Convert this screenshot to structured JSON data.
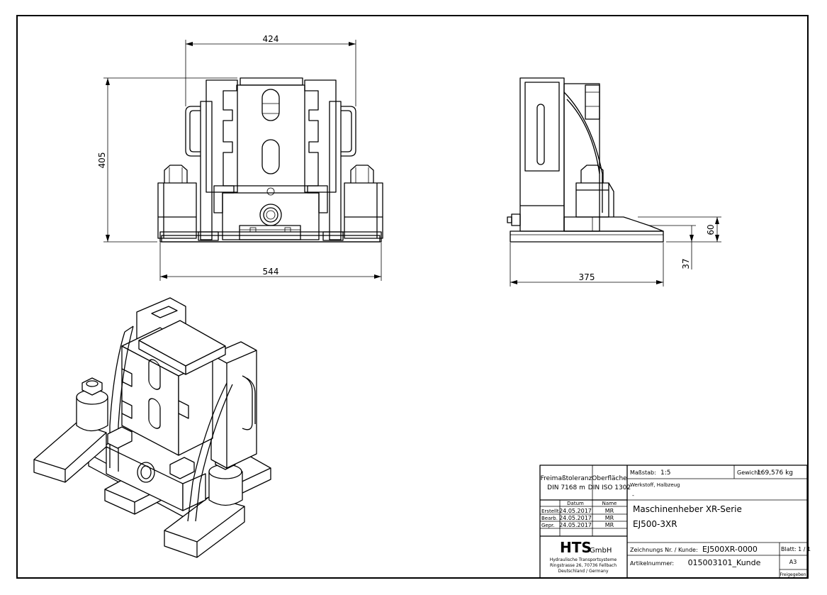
{
  "dimensions": {
    "front_width_top": "424",
    "front_height": "405",
    "front_width_bottom": "544",
    "side_length": "375",
    "side_height_60": "60",
    "side_height_37": "37"
  },
  "title_block": {
    "tolerance_label": "Freimaßtoleranz",
    "tolerance_value": "DIN 7168 m",
    "surface_label": "Oberfläche",
    "surface_value": "DIN ISO 1302",
    "scale_label": "Maßstab:",
    "scale_value": "1:5",
    "weight_label": "Gewicht:",
    "weight_value": "169,576 kg",
    "material_label": "Werkstoff, Halbzeug",
    "material_value": "-",
    "col_date": "Datum",
    "col_name": "Name",
    "rows": [
      {
        "label": "Erstellt",
        "date": "24.05.2017",
        "name": "MR"
      },
      {
        "label": "Bearb.",
        "date": "24.05.2017",
        "name": "MR"
      },
      {
        "label": "Gepr.",
        "date": "24.05.2017",
        "name": "MR"
      }
    ],
    "title_line1": "Maschinenheber XR-Serie",
    "title_line2": "EJ500-3XR",
    "company_name": "HTS",
    "company_suffix": "GmbH",
    "company_line1": "Hydraulische Transportsysteme",
    "company_line2": "Ringstrasse 26, 70736 Fellbach",
    "company_line3": "Deutschland / Germany",
    "drawing_no_label": "Zeichnungs Nr. / Kunde:",
    "drawing_no_value": "EJ500XR-0000",
    "article_label": "Artikelnummer:",
    "article_value": "015003101_Kunde",
    "sheet_label": "Blatt: 1 / 1",
    "format_value": "A3",
    "released_label": "Freigegeben"
  }
}
